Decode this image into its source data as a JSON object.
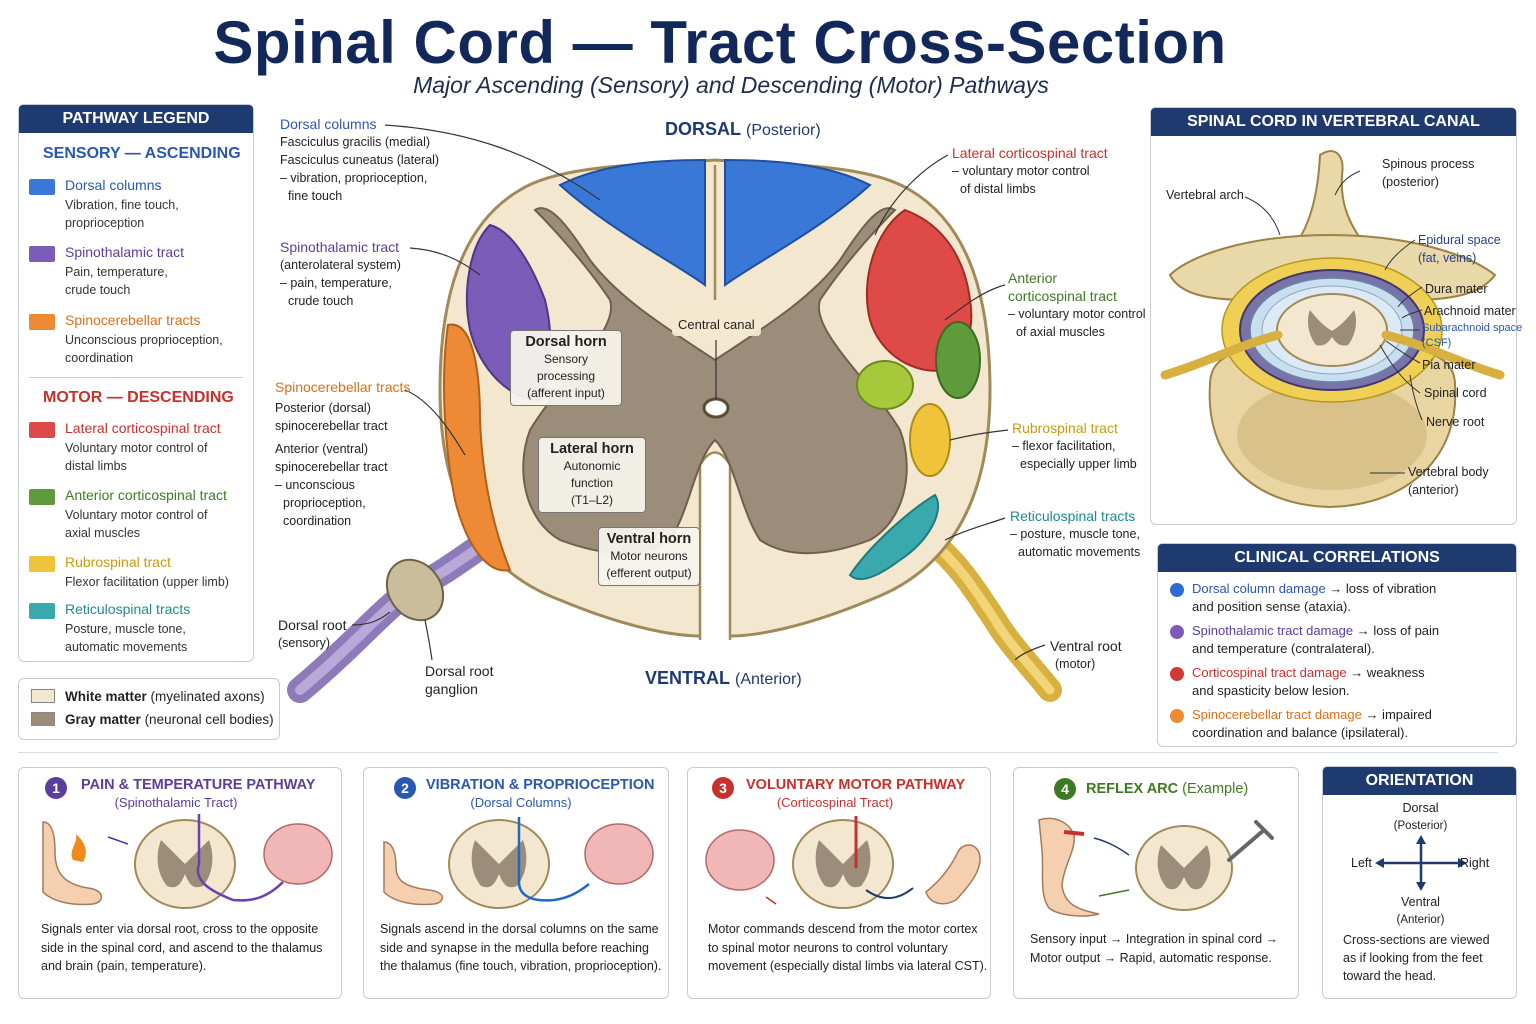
{
  "title": "Spinal Cord — Tract Cross-Section",
  "subtitle": "Major Ascending (Sensory) and Descending (Motor) Pathways",
  "colors": {
    "navy": "#1e3a6e",
    "dorsal_columns": "#3a78d8",
    "spinothalamic": "#7b5cb8",
    "spinocerebellar": "#ee8a35",
    "lateral_cst": "#de4a45",
    "anterior_cst": "#5f9a3c",
    "rubrospinal": "#efc43a",
    "reticulospinal": "#3aa9ad",
    "white_matter": "#f3e8cf",
    "gray_matter": "#9c8c7a"
  },
  "legend": {
    "header": "PATHWAY LEGEND",
    "sensory_title": "SENSORY — ASCENDING",
    "motor_title": "MOTOR — DESCENDING",
    "sensory": [
      {
        "name": "Dorsal columns",
        "desc": "Vibration, fine touch, proprioception"
      },
      {
        "name": "Spinothalamic tract",
        "desc": "Pain, temperature, crude touch"
      },
      {
        "name": "Spinocerebellar tracts",
        "desc": "Unconscious proprioception, coordination"
      }
    ],
    "motor": [
      {
        "name": "Lateral corticospinal tract",
        "desc": "Voluntary motor control of distal limbs"
      },
      {
        "name": "Anterior corticospinal tract",
        "desc": "Voluntary motor control of axial muscles"
      },
      {
        "name": "Rubrospinal tract",
        "desc": "Flexor facilitation (upper limb)"
      },
      {
        "name": "Reticulospinal tracts",
        "desc": "Posture, muscle tone, automatic movements"
      }
    ]
  },
  "matter_key": {
    "white_name": "White matter",
    "white_desc": "(myelinated axons)",
    "gray_name": "Gray matter",
    "gray_desc": "(neuronal cell bodies)"
  },
  "cord": {
    "dorsal": "DORSAL",
    "dorsal_paren": "(Posterior)",
    "ventral": "VENTRAL",
    "ventral_paren": "(Anterior)",
    "central_canal": "Central canal",
    "dorsal_horn": {
      "title": "Dorsal horn",
      "l1": "Sensory processing",
      "l2": "(afferent input)"
    },
    "lateral_horn": {
      "title": "Lateral horn",
      "l1": "Autonomic function",
      "l2": "(T1–L2)"
    },
    "ventral_horn": {
      "title": "Ventral horn",
      "l1": "Motor neurons",
      "l2": "(efferent output)"
    }
  },
  "annotations": {
    "dorsal_columns": {
      "title": "Dorsal columns",
      "lines": [
        "Fasciculus gracilis (medial)",
        "Fasciculus cuneatus (lateral)",
        "– vibration, proprioception,",
        "fine touch"
      ]
    },
    "spinothalamic": {
      "title": "Spinothalamic tract",
      "lines": [
        "(anterolateral system)",
        "– pain, temperature,",
        "crude touch"
      ]
    },
    "spinocerebellar": {
      "title": "Spinocerebellar tracts",
      "lines": [
        "Posterior (dorsal)",
        "spinocerebellar tract",
        "",
        "Anterior (ventral)",
        "spinocerebellar tract",
        "– unconscious",
        "proprioception,",
        "coordination"
      ]
    },
    "dorsal_root": {
      "title": "Dorsal root",
      "sub": "(sensory)"
    },
    "drg": {
      "l1": "Dorsal root",
      "l2": "ganglion"
    },
    "lateral_cst": {
      "title": "Lateral corticospinal tract",
      "lines": [
        "– voluntary motor control",
        "of distal limbs"
      ]
    },
    "anterior_cst": {
      "title1": "Anterior",
      "title2": "corticospinal tract",
      "lines": [
        "– voluntary motor control",
        "of axial muscles"
      ]
    },
    "rubrospinal": {
      "title": "Rubrospinal tract",
      "lines": [
        "– flexor facilitation,",
        "especially upper limb"
      ]
    },
    "reticulospinal": {
      "title": "Reticulospinal tracts",
      "lines": [
        "– posture, muscle tone,",
        "automatic movements"
      ]
    },
    "ventral_root": {
      "title": "Ventral root",
      "sub": "(motor)"
    }
  },
  "vertebral": {
    "header": "SPINAL CORD IN VERTEBRAL CANAL",
    "vertebral_arch": "Vertebral arch",
    "spinous1": "Spinous process",
    "spinous2": "(posterior)",
    "epidural1": "Epidural space",
    "epidural2": "(fat, veins)",
    "dura": "Dura mater",
    "arachnoid": "Arachnoid mater",
    "subarachnoid1": "Subarachnoid space",
    "subarachnoid2": "(CSF)",
    "pia": "Pia mater",
    "spinal_cord": "Spinal cord",
    "nerve_root": "Nerve root",
    "body1": "Vertebral body",
    "body2": "(anterior)"
  },
  "clinical": {
    "header": "CLINICAL CORRELATIONS",
    "items": [
      {
        "name": "Dorsal column damage",
        "rest": " → loss of vibration",
        "line2": "and position sense (ataxia)."
      },
      {
        "name": "Spinothalamic tract damage",
        "rest": " → loss of pain",
        "line2": "and temperature (contralateral)."
      },
      {
        "name": "Corticospinal tract damage",
        "rest": " → weakness",
        "line2": "and spasticity below lesion."
      },
      {
        "name": "Spinocerebellar tract damage",
        "rest": " → impaired",
        "line2": "coordination and balance (ipsilateral)."
      }
    ]
  },
  "cards": [
    {
      "num": "1",
      "title": "PAIN & TEMPERATURE PATHWAY",
      "sub": "(Spinothalamic Tract)",
      "text": [
        "Signals enter via dorsal root, cross to the opposite",
        "side  in the spinal cord, and ascend to the thalamus",
        "and brain (pain, temperature)."
      ]
    },
    {
      "num": "2",
      "title": "VIBRATION & PROPRIOCEPTION",
      "sub": "(Dorsal Columns)",
      "text": [
        "Signals ascend in the dorsal columns on the same",
        "side and synapse in the medulla before reaching",
        "the thalamus (fine touch, vibration, proprioception)."
      ]
    },
    {
      "num": "3",
      "title": "VOLUNTARY MOTOR PATHWAY",
      "sub": "(Corticospinal Tract)",
      "text": [
        "Motor commands descend from the motor cortex",
        "to spinal motor neurons to control voluntary",
        "movement (especially distal limbs via lateral CST)."
      ]
    },
    {
      "num": "4",
      "title": "REFLEX ARC",
      "title_suffix": "(Example)",
      "text": [
        "Sensory input → Integration in spinal cord →",
        "Motor output → Rapid, automatic response."
      ]
    }
  ],
  "orientation": {
    "header": "ORIENTATION",
    "dorsal": "Dorsal",
    "dorsal_sub": "(Posterior)",
    "ventral": "Ventral",
    "ventral_sub": "(Anterior)",
    "left": "Left",
    "right": "Right",
    "note": [
      "Cross-sections are viewed",
      "as if looking from the feet",
      "toward the head."
    ]
  }
}
